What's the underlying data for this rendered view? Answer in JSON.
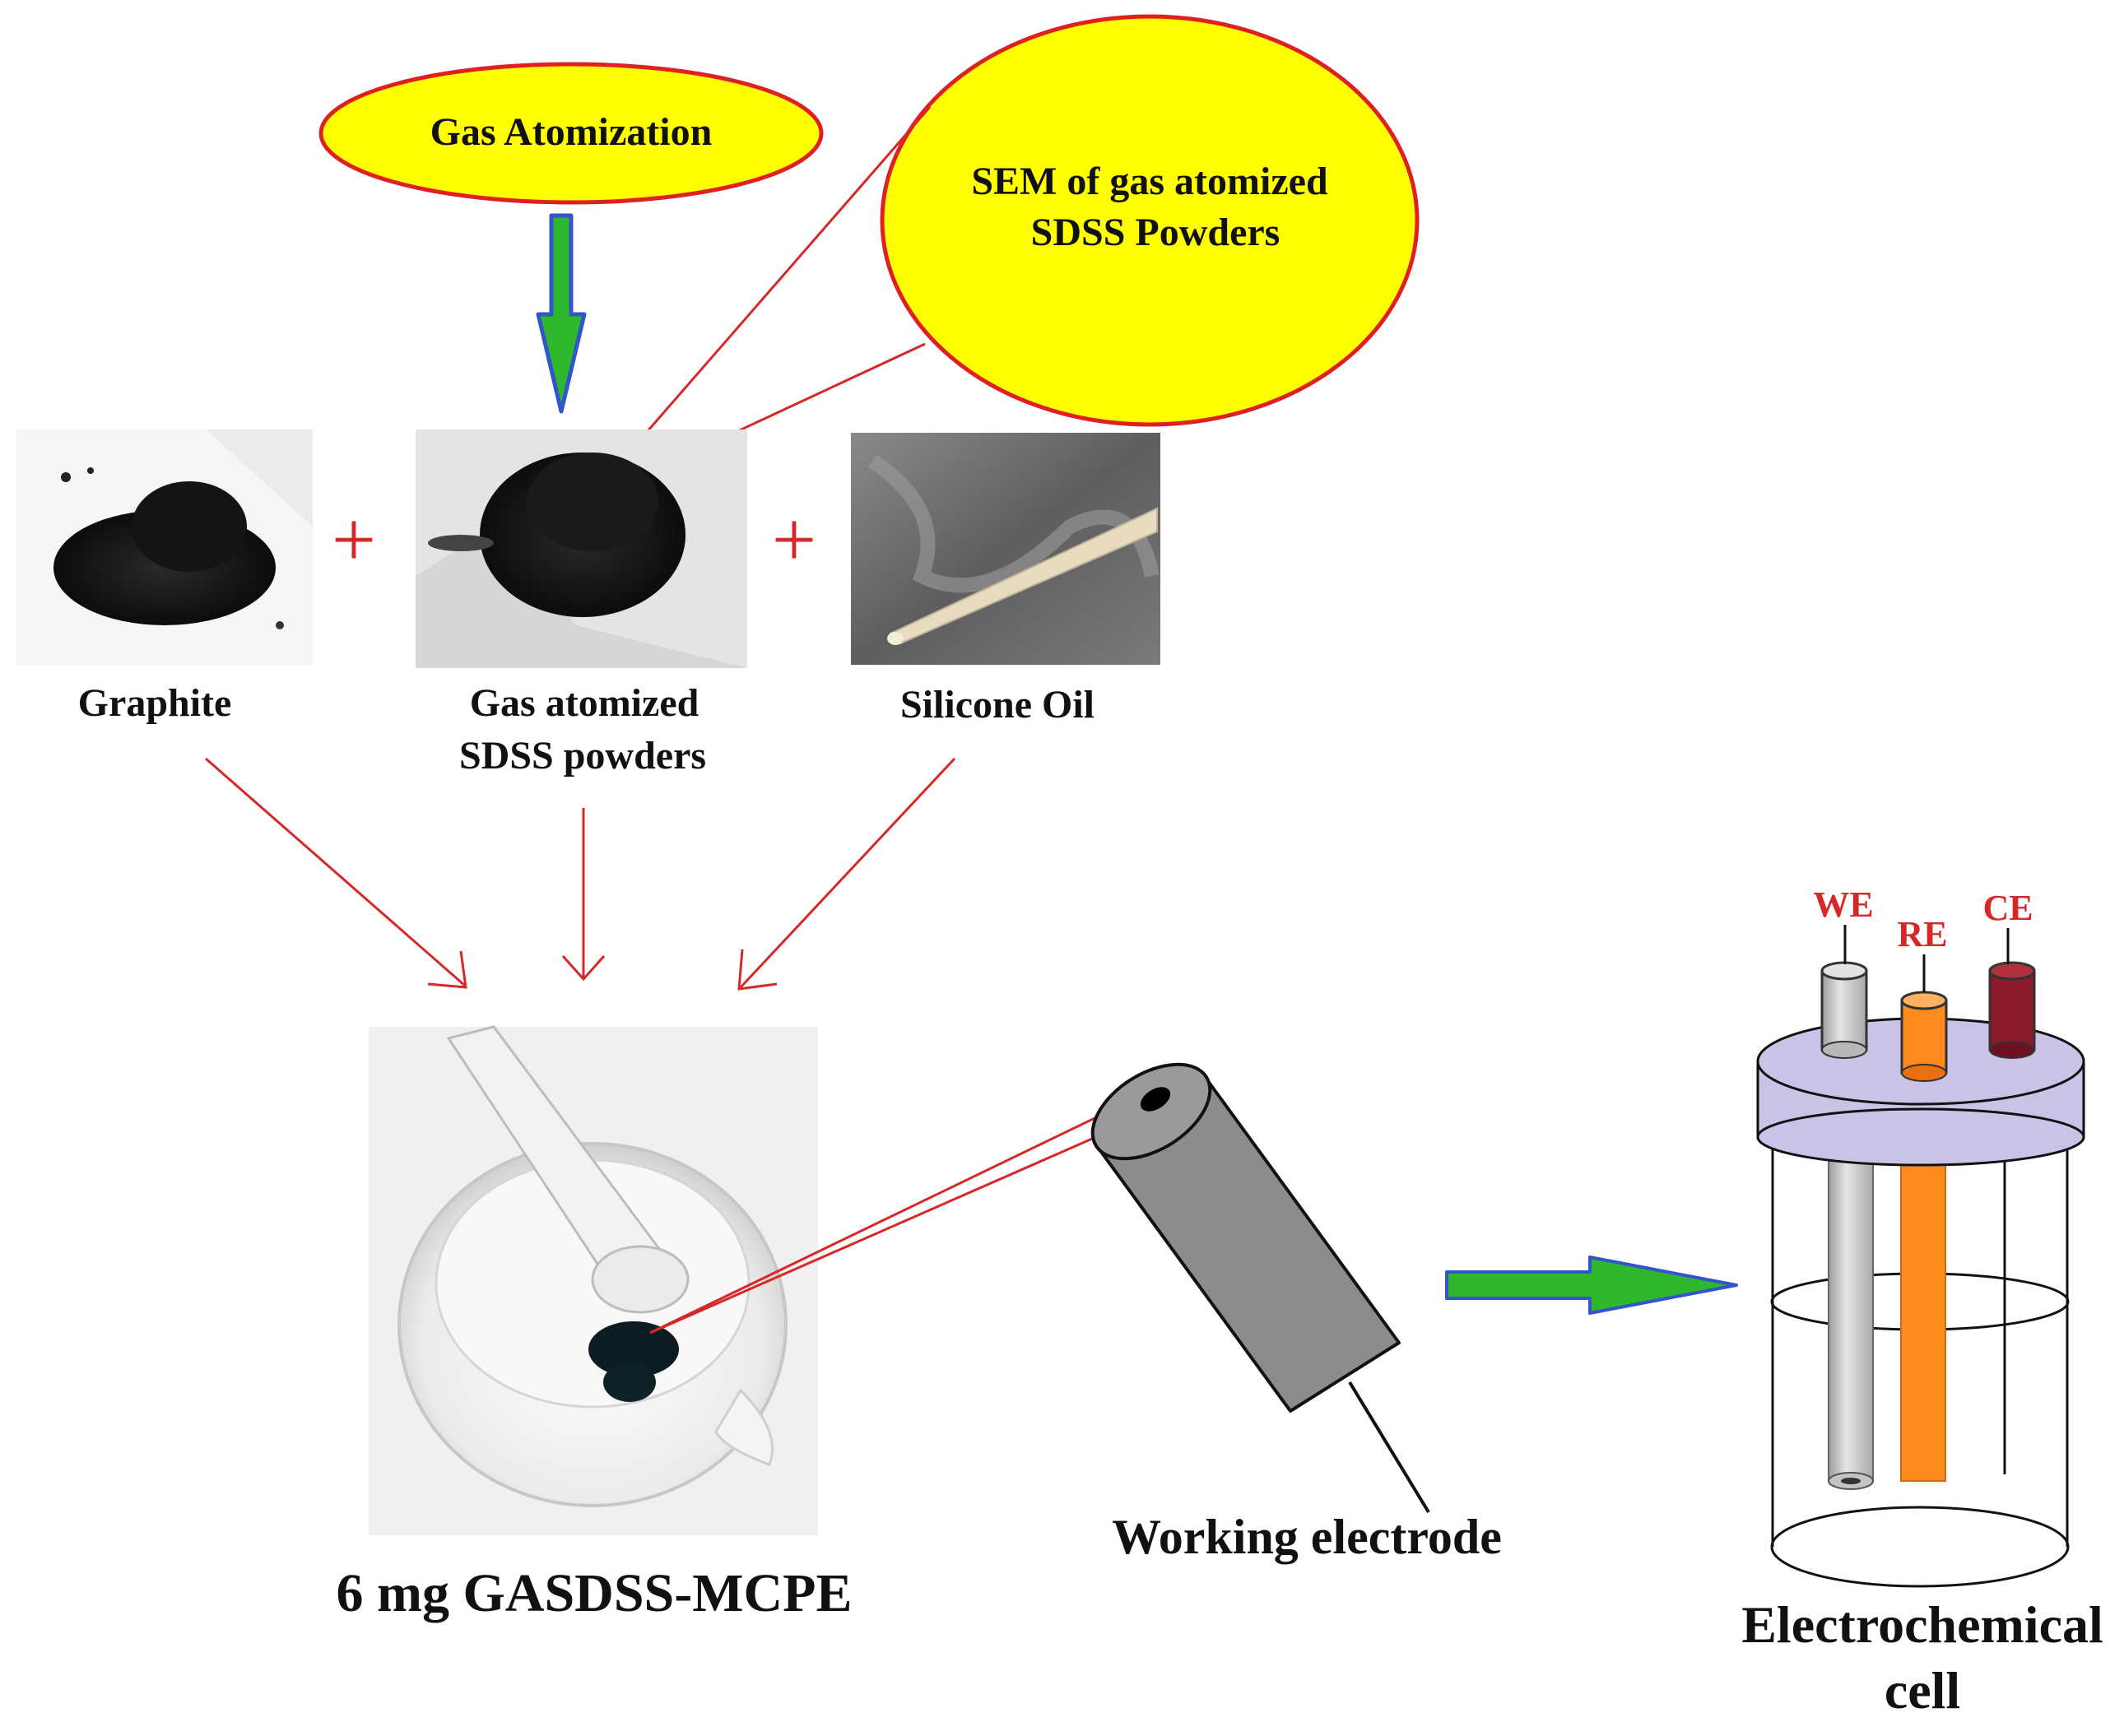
{
  "labels": {
    "gas_atomization": "Gas Atomization",
    "sem_line1": "SEM of gas atomized",
    "sem_line2": "SDSS Powders",
    "graphite": "Graphite",
    "gas_atomized_line1": "Gas atomized",
    "gas_atomized_line2": "SDSS powders",
    "silicone_oil": "Silicone Oil",
    "plus": "+",
    "product": "6 mg GASDSS-MCPE",
    "working_electrode": "Working electrode",
    "electrochemical_line1": "Electrochemical",
    "electrochemical_line2": "cell",
    "we": "WE",
    "re": "RE",
    "ce": "CE"
  },
  "colors": {
    "ellipse_fill": "#ffff00",
    "ellipse_stroke": "#e02020",
    "arrow_red": "#d62828",
    "arrow_green_fill": "#2eb82e",
    "arrow_blue_stroke": "#3355cc",
    "lid": "#c9c3e8",
    "re_rod": "#ff8a1e",
    "ce_rod": "#8b1a2a",
    "electrode_body": "#8c8c8c"
  }
}
